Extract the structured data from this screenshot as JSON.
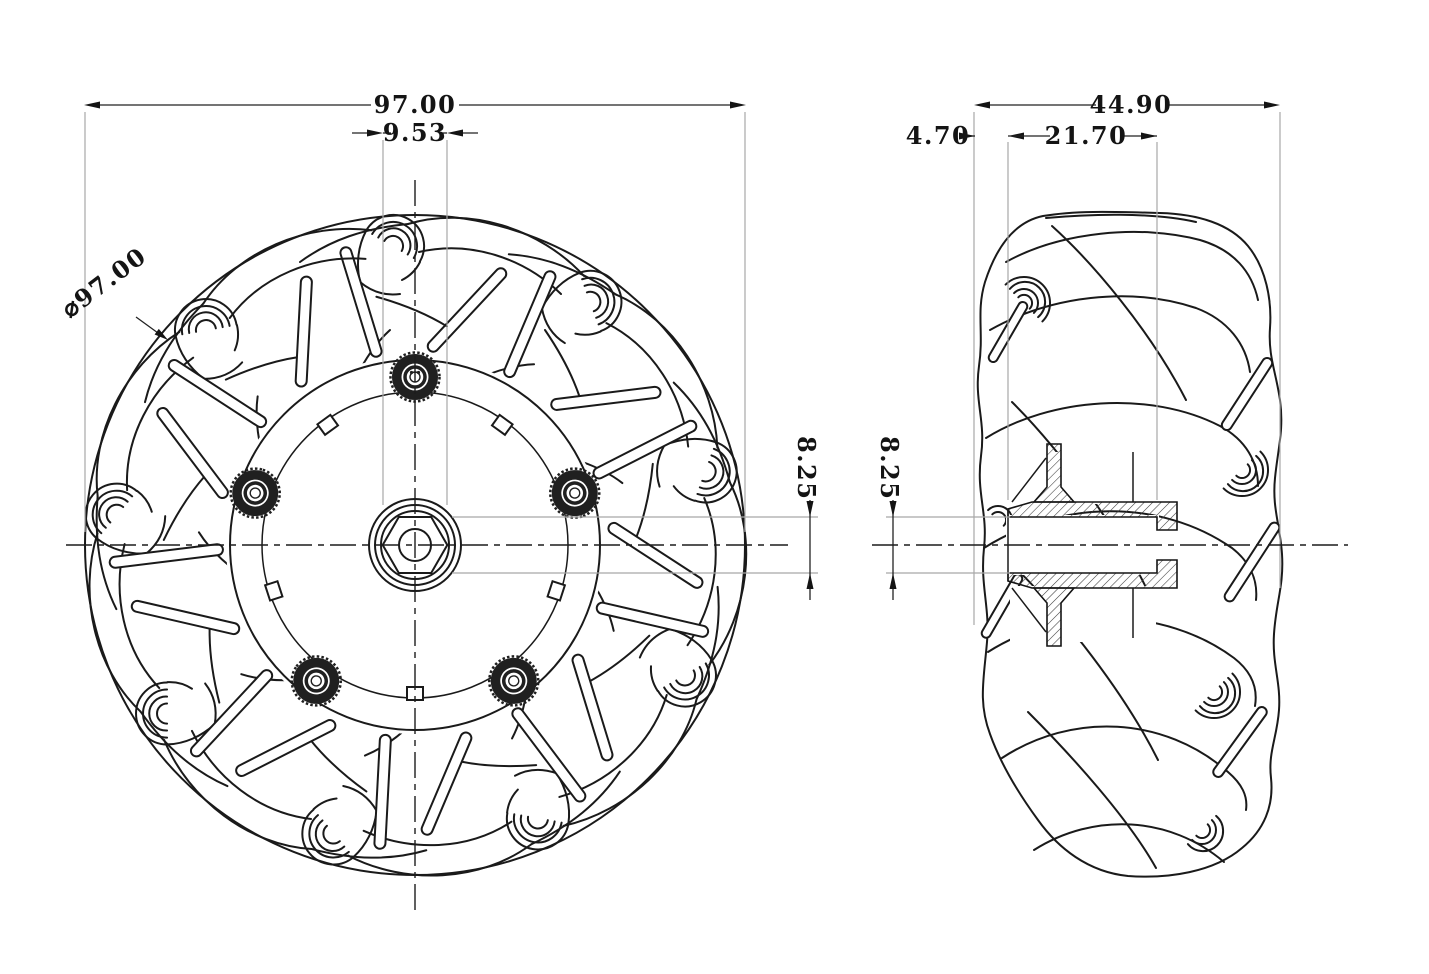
{
  "drawing": {
    "front_view": {
      "dims": {
        "overall_width": "97.00",
        "hub_across_corners": "9.53",
        "outer_diameter": "⌀97.00",
        "across_flats": "8.25"
      }
    },
    "side_view": {
      "dims": {
        "overall_width": "44.90",
        "face_offset": "4.70",
        "hub_length": "21.70",
        "across_flats": "8.25"
      }
    },
    "colors": {
      "line": "#1a1a1a",
      "extension_line": "#a8a8a8",
      "background": "#ffffff",
      "bolt_fill": "#202020"
    }
  }
}
